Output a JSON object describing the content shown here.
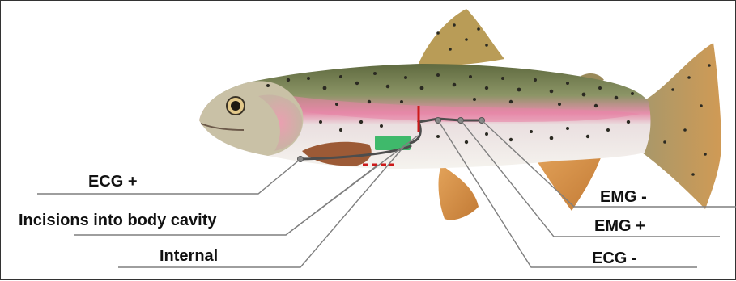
{
  "labels": {
    "ecg_plus": "ECG +",
    "incisions": "Incisions into body cavity",
    "internal": "Internal",
    "emg_minus": "EMG -",
    "emg_plus": "EMG +",
    "ecg_minus": "ECG -"
  },
  "colors": {
    "device": "#3fb96b",
    "lead_wire": "#4d4d4d",
    "incision_marker": "#cc1a1a",
    "leader_line": "#7f7f7f",
    "trout_back": "#6e7a4e",
    "trout_lateral_stripe": "#e37fa0",
    "trout_belly": "#f2efe7",
    "fin": "#d7964f"
  }
}
